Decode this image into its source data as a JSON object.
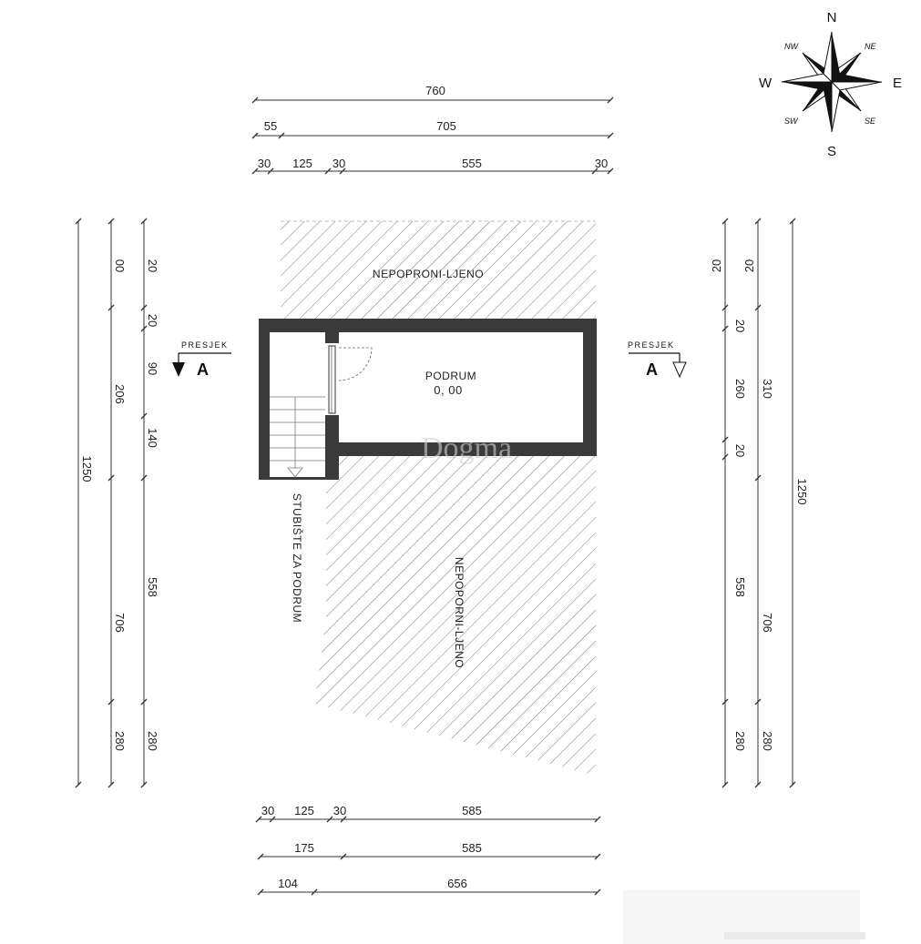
{
  "compass": {
    "n": "N",
    "s": "S",
    "e": "E",
    "w": "W",
    "nw": "NW",
    "ne": "NE",
    "sw": "SW",
    "se": "SE"
  },
  "dims_top": {
    "row1": [
      "760"
    ],
    "row2": [
      "55",
      "705"
    ],
    "row3": [
      "30",
      "125",
      "30",
      "555",
      "30"
    ]
  },
  "dims_bottom": {
    "row1": [
      "30",
      "125",
      "30",
      "585"
    ],
    "row2": [
      "175",
      "585"
    ],
    "row3": [
      "104",
      "656"
    ]
  },
  "dims_left": {
    "col1": [
      "1250"
    ],
    "col2": [
      "00",
      "206",
      "706",
      "280"
    ],
    "col3": [
      "20",
      "20",
      "90",
      "140",
      "558",
      "280"
    ]
  },
  "dims_right": {
    "col1": [
      "20",
      "20",
      "260",
      "20",
      "558",
      "280"
    ],
    "col2": [
      "20",
      "310",
      "706",
      "280"
    ],
    "col3": [
      "1250"
    ]
  },
  "labels": {
    "top_hatch": "NEPOPRONI-LJENO",
    "bottom_hatch": "NEPOPORNI-LJENO",
    "room": "PODRUM",
    "level": "0, 00",
    "stairs": "STUBIŠTE ZA PODRUM",
    "section_word": "PRESJEK",
    "section_letter": "A",
    "watermark": "Dogma"
  }
}
